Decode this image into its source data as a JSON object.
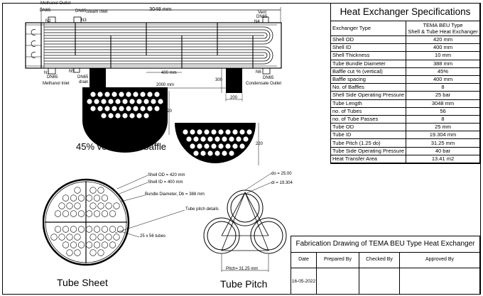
{
  "spec": {
    "title": "Heat Exchanger Specifications",
    "rows": [
      {
        "label": "Exchanger Type",
        "value": "TEMA BEU Type\nShell & Tube Heat Exchanger"
      },
      {
        "label": "Shell OD",
        "value": "420 mm"
      },
      {
        "label": "Shell ID",
        "value": "400 mm"
      },
      {
        "label": "Shell Thickness",
        "value": "10 mm"
      },
      {
        "label": "Tube Bundle Diameter",
        "value": "388 mm"
      },
      {
        "label": "Baffle cut % (vertical)",
        "value": "45%"
      },
      {
        "label": "Baffle spacing",
        "value": "400 mm"
      },
      {
        "label": "No. of Baffles",
        "value": "8"
      },
      {
        "label": "Shell Side Operating Pressure",
        "value": "25 bar"
      },
      {
        "label": "Tube Length",
        "value": "3048 mm"
      },
      {
        "label": "no. of Tubes",
        "value": "56"
      },
      {
        "label": "no. of Tube Passes",
        "value": "8"
      },
      {
        "label": "Tube OD",
        "value": "25 mm"
      },
      {
        "label": "Tube ID",
        "value": "19.304 mm"
      },
      {
        "label": "Tube Pitch (1.25 do)",
        "value": "31.25 mm"
      },
      {
        "label": "Tube Side Operating Pressure",
        "value": "40 bar"
      },
      {
        "label": "Heat Transfer Area",
        "value": "13.41 m2"
      }
    ]
  },
  "drawing": {
    "length_dim": "3048 mm",
    "methanol_outlet": "Methanol Outlet",
    "steam_inlet": "Steam Inlet",
    "vent": "Vent",
    "methanol_inlet": "Methanol Inlet",
    "condensate_outlet": "Condensate Outlet",
    "drain": "drain",
    "dn65_a": "DN65",
    "dn65_b": "DN65",
    "dn65_c": "DN65",
    "dn65_d": "DN65",
    "dn65_e": "DN65",
    "dn65_f": "DN65",
    "n1": "N1",
    "n2": "N2",
    "n3": "N3",
    "n4": "N4",
    "n5": "N5",
    "n6": "N6",
    "dim_400": "400 mm",
    "dim_2000": "2000 mm",
    "dim_300": "300",
    "dim_200": "200",
    "dim_220a": "220",
    "dim_220b": "220",
    "baffle_caption": "45% vertical cut baffle"
  },
  "tube_sheet": {
    "shell_od": "Shell OD = 420 mm",
    "shell_id": "Shell ID = 400 mm",
    "bundle": "Bundle Diameter, Db = 388 mm",
    "pitch_details": "Tube pitch details",
    "tubes": "25 x 56 tubes",
    "caption": "Tube Sheet"
  },
  "tube_pitch": {
    "do": "do = 25.00",
    "di": "di = 19.304",
    "pitch": "Pitch= 31.25 mm",
    "caption": "Tube Pitch"
  },
  "fabrication": {
    "title": "Fabrication Drawing of TEMA BEU Type Heat Exchanger",
    "date_label": "Date",
    "prepared_by": "Prepared By",
    "checked_by": "Checked By",
    "approved_by": "Approved By",
    "date_value": "16-05-2022"
  }
}
